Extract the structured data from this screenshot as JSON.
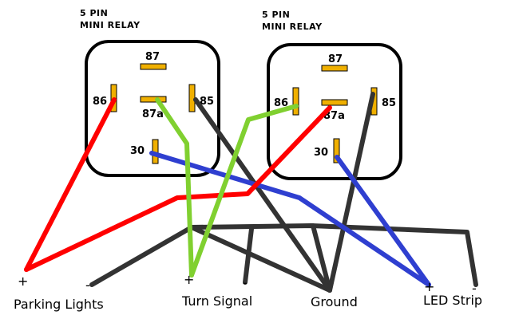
{
  "relays": [
    {
      "title_line1": "5 PIN",
      "title_line2": "MINI RELAY",
      "pins": {
        "p87": "87",
        "p86": "86",
        "p87a": "87a",
        "p85": "85",
        "p30": "30"
      }
    },
    {
      "title_line1": "5 PIN",
      "title_line2": "MINI RELAY",
      "pins": {
        "p87": "87",
        "p86": "86",
        "p87a": "87a",
        "p85": "85",
        "p30": "30"
      }
    }
  ],
  "terminals": {
    "parking_lights": {
      "label": "Parking Lights",
      "plus": "+",
      "minus": "-"
    },
    "turn_signal": {
      "label": "Turn Signal",
      "plus": "+",
      "minus": "-"
    },
    "ground": {
      "label": "Ground"
    },
    "led_strip": {
      "label": "LED Strip",
      "plus": "+",
      "minus": "-"
    }
  },
  "wire_colors": {
    "red": "#ff0000",
    "green": "#80d030",
    "blue": "#2f3fd0",
    "dark": "#333333",
    "pin_fill": "#f0b000"
  }
}
